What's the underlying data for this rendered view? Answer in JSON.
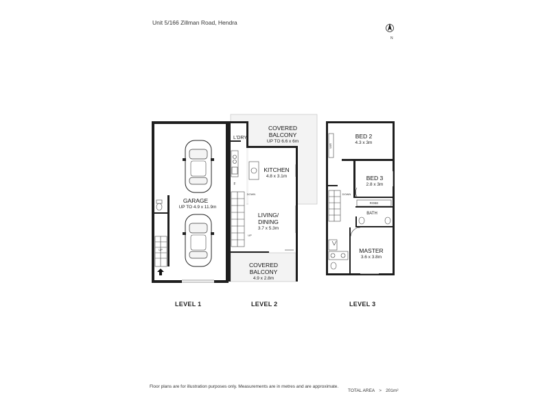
{
  "header": {
    "address": "Unit 5/166 Zillman Road, Hendra"
  },
  "compass": {
    "label": "N"
  },
  "levels": [
    {
      "label": "LEVEL 1"
    },
    {
      "label": "LEVEL 2"
    },
    {
      "label": "LEVEL 3"
    }
  ],
  "rooms": {
    "garage": {
      "name": "GARAGE",
      "dims": "UP TO 4.9 x 11.9m"
    },
    "covered_balcony_top": {
      "name_line1": "COVERED",
      "name_line2": "BALCONY",
      "dims": "UP TO 6.6 x 6m"
    },
    "laundry": {
      "name": "L'DRY"
    },
    "kitchen": {
      "name": "KITCHEN",
      "dims": "4.8 x 3.1m"
    },
    "living": {
      "name_line1": "LIVING/",
      "name_line2": "DINING",
      "dims": "3.7 x 5.3m"
    },
    "covered_balcony_bottom": {
      "name_line1": "COVERED",
      "name_line2": "BALCONY",
      "dims": "4.9 x 2.8m"
    },
    "bed2": {
      "name": "BED 2",
      "dims": "4.3 x 3m"
    },
    "bed3": {
      "name": "BED 3",
      "dims": "2.8 x 3m"
    },
    "robe": {
      "name": "ROBE"
    },
    "bath": {
      "name": "BATH"
    },
    "master": {
      "name": "MASTER",
      "dims": "3.6 x 3.8m"
    }
  },
  "annotations": {
    "up": "UP",
    "down": "DOWN",
    "fridge": "F",
    "wir": "WIR"
  },
  "footer": {
    "disclaimer": "Floor plans are for illustration purposes only. Measurements are in metres and are approximate.",
    "total_label": "TOTAL AREA",
    "total_sep": ">",
    "total_value": "201m²"
  }
}
